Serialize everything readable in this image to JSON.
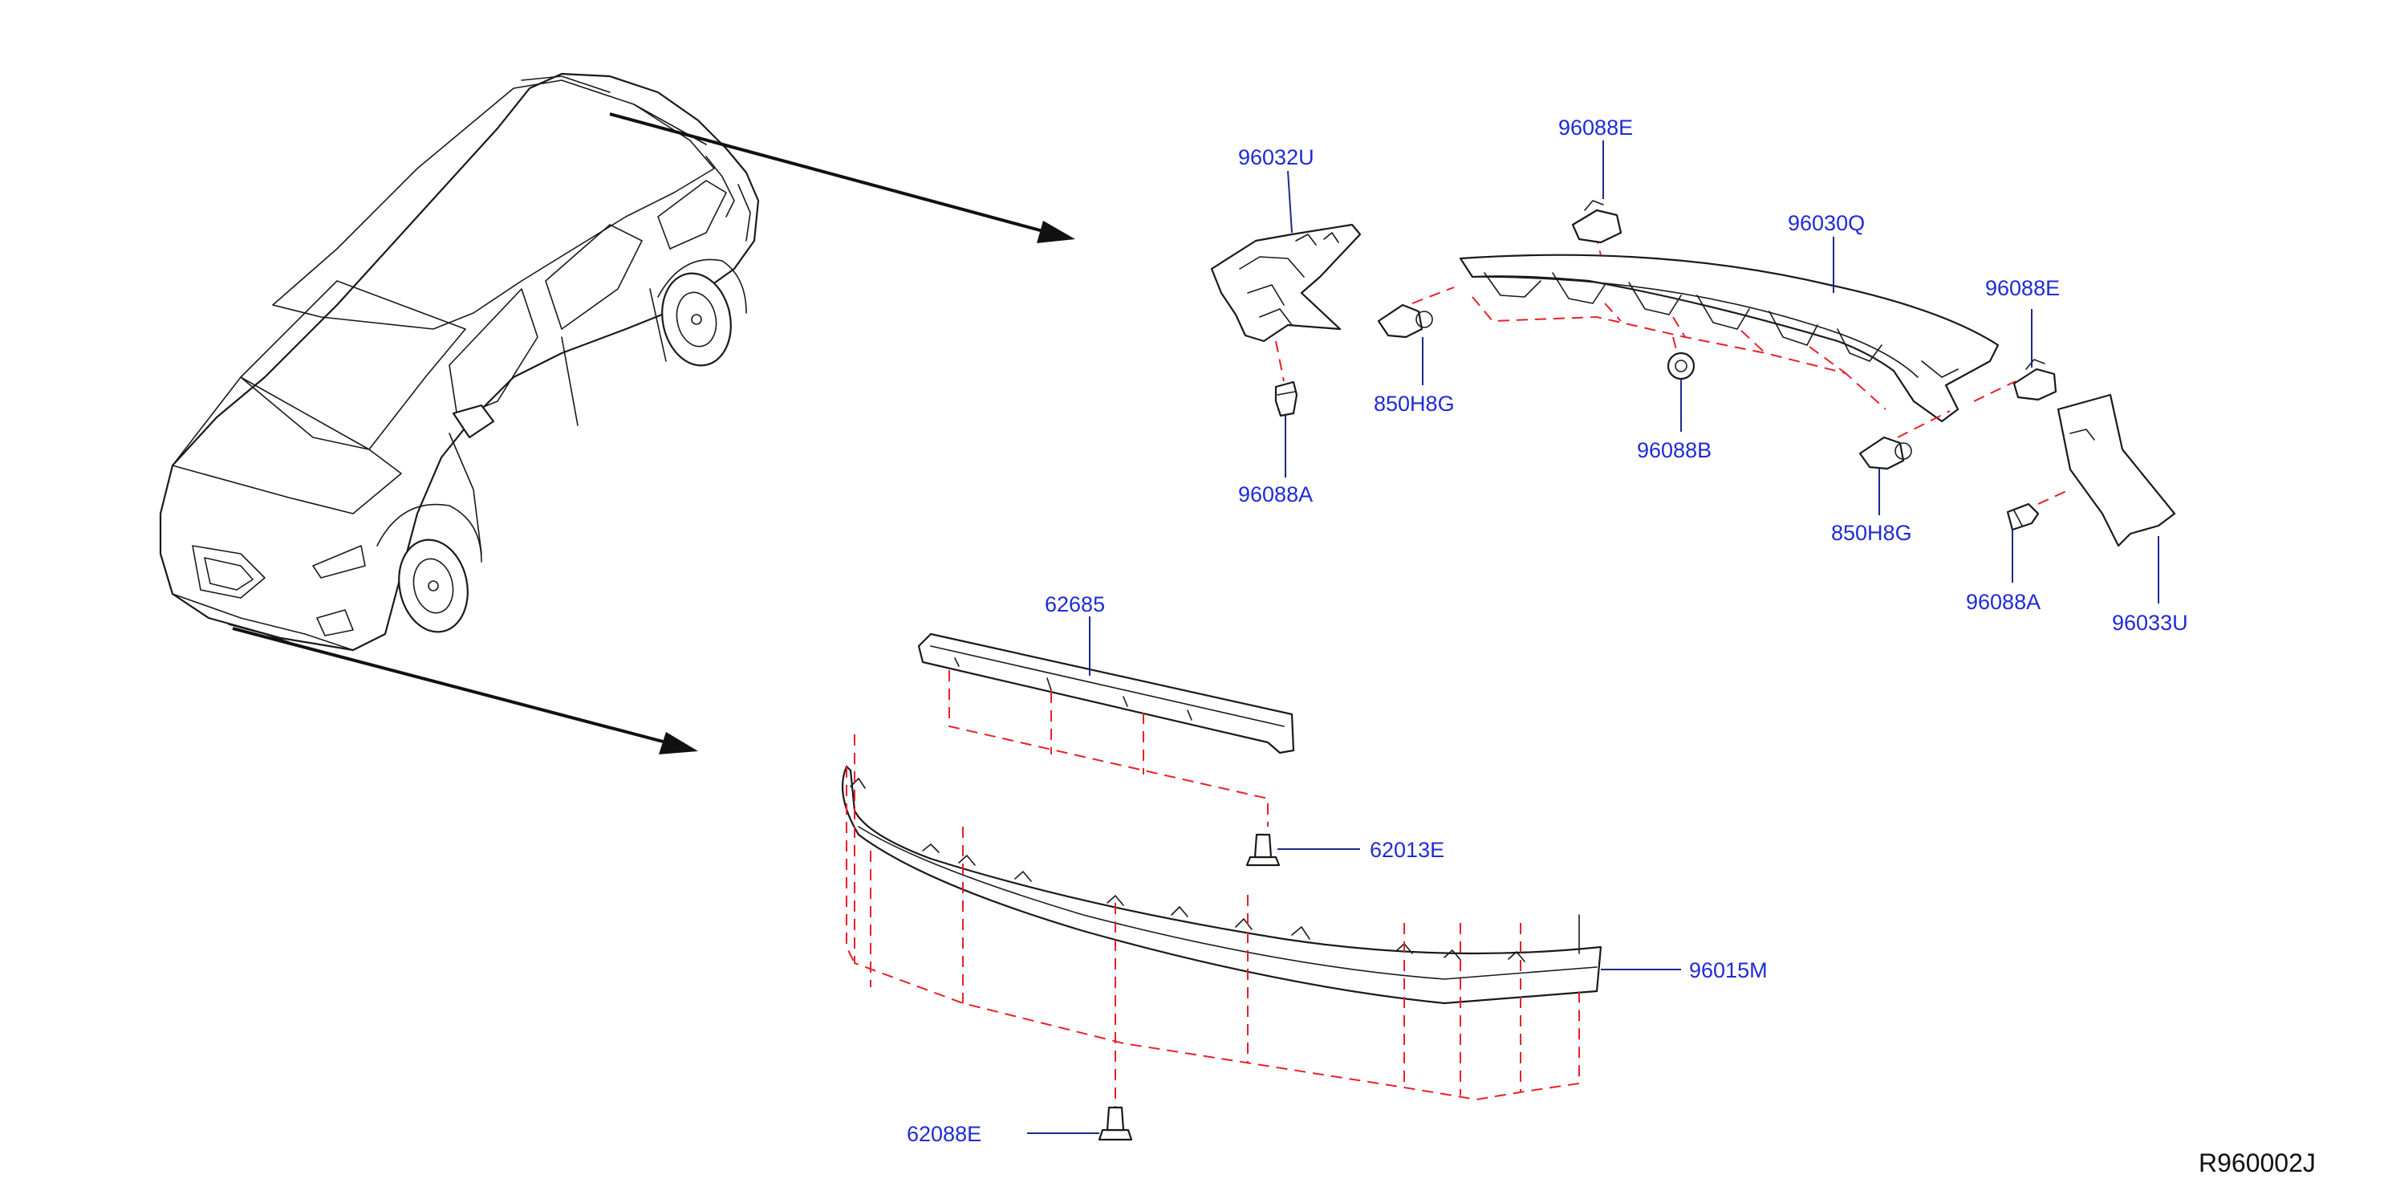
{
  "callouts": {
    "c96032U": "96032U",
    "c96088E_top": "96088E",
    "c96030Q": "96030Q",
    "c96088E_right": "96088E",
    "c850H8G_left": "850H8G",
    "c96088B": "96088B",
    "c96088A_left": "96088A",
    "c850H8G_right": "850H8G",
    "c96088A_right": "96088A",
    "c96033U": "96033U",
    "c62685": "62685",
    "c62013E": "62013E",
    "c96015M": "96015M",
    "c62088E": "62088E"
  },
  "reference_code": "R960002J",
  "colors": {
    "callout_text": "#1f2bd6",
    "leader_line": "#1e2a8c",
    "dashed_guide": "#e8202a",
    "line_art": "#1a1a1a"
  }
}
